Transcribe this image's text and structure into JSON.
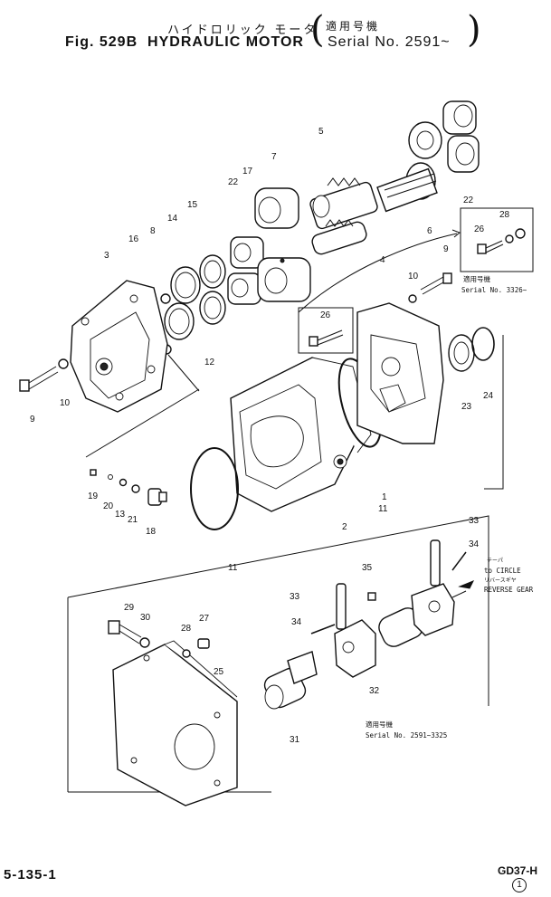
{
  "header": {
    "title_jp": "ハイドロリック モータ",
    "fig_label": "Fig. 529B",
    "title": "HYDRAULIC MOTOR",
    "applic_jp": "適用号機",
    "serial": "Serial No. 2591~"
  },
  "notes": {
    "upper_jp": "適用号機",
    "upper_serial": "Serial No. 3326~",
    "circle_jp": "テーパ",
    "circle_label": "to CIRCLE",
    "reverse_jp": "リバースギヤ",
    "reverse_label": "REVERSE GEAR",
    "lower_jp": "適用号機",
    "lower_serial": "Serial No. 2591~3325"
  },
  "callouts": [
    "1",
    "2",
    "3",
    "4",
    "5",
    "6",
    "7",
    "8",
    "9",
    "10",
    "11",
    "12",
    "13",
    "14",
    "15",
    "16",
    "17",
    "18",
    "19",
    "20",
    "21",
    "22",
    "23",
    "24",
    "25",
    "26",
    "27",
    "28",
    "29",
    "30",
    "31",
    "32",
    "33",
    "34",
    "35"
  ],
  "footer": {
    "page": "5-135-1",
    "model": "GD37-H",
    "sheet": "1"
  }
}
